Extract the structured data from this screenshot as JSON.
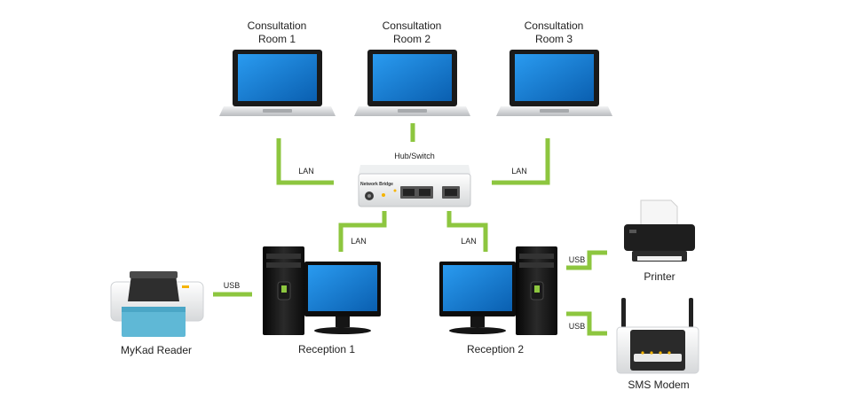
{
  "devices": {
    "room1": {
      "line1": "Consultation",
      "line2": "Room 1"
    },
    "room2": {
      "line1": "Consultation",
      "line2": "Room 2"
    },
    "room3": {
      "line1": "Consultation",
      "line2": "Room 3"
    },
    "hub": {
      "label": "Hub/Switch",
      "plate": "Network Bridge"
    },
    "reception1": {
      "label": "Reception 1"
    },
    "reception2": {
      "label": "Reception 2"
    },
    "mykad": {
      "label": "MyKad Reader"
    },
    "printer": {
      "label": "Printer"
    },
    "modem": {
      "label": "SMS Modem"
    }
  },
  "connections": {
    "lan_left": "LAN",
    "lan_right": "LAN",
    "lan_rec1": "LAN",
    "lan_rec2": "LAN",
    "usb_mykad": "USB",
    "usb_printer": "USB",
    "usb_modem": "USB"
  },
  "colors": {
    "link": "#8dc63f",
    "screen": "#1480d8",
    "dark": "#1b1b1b",
    "silver": "#d9dbdd"
  }
}
